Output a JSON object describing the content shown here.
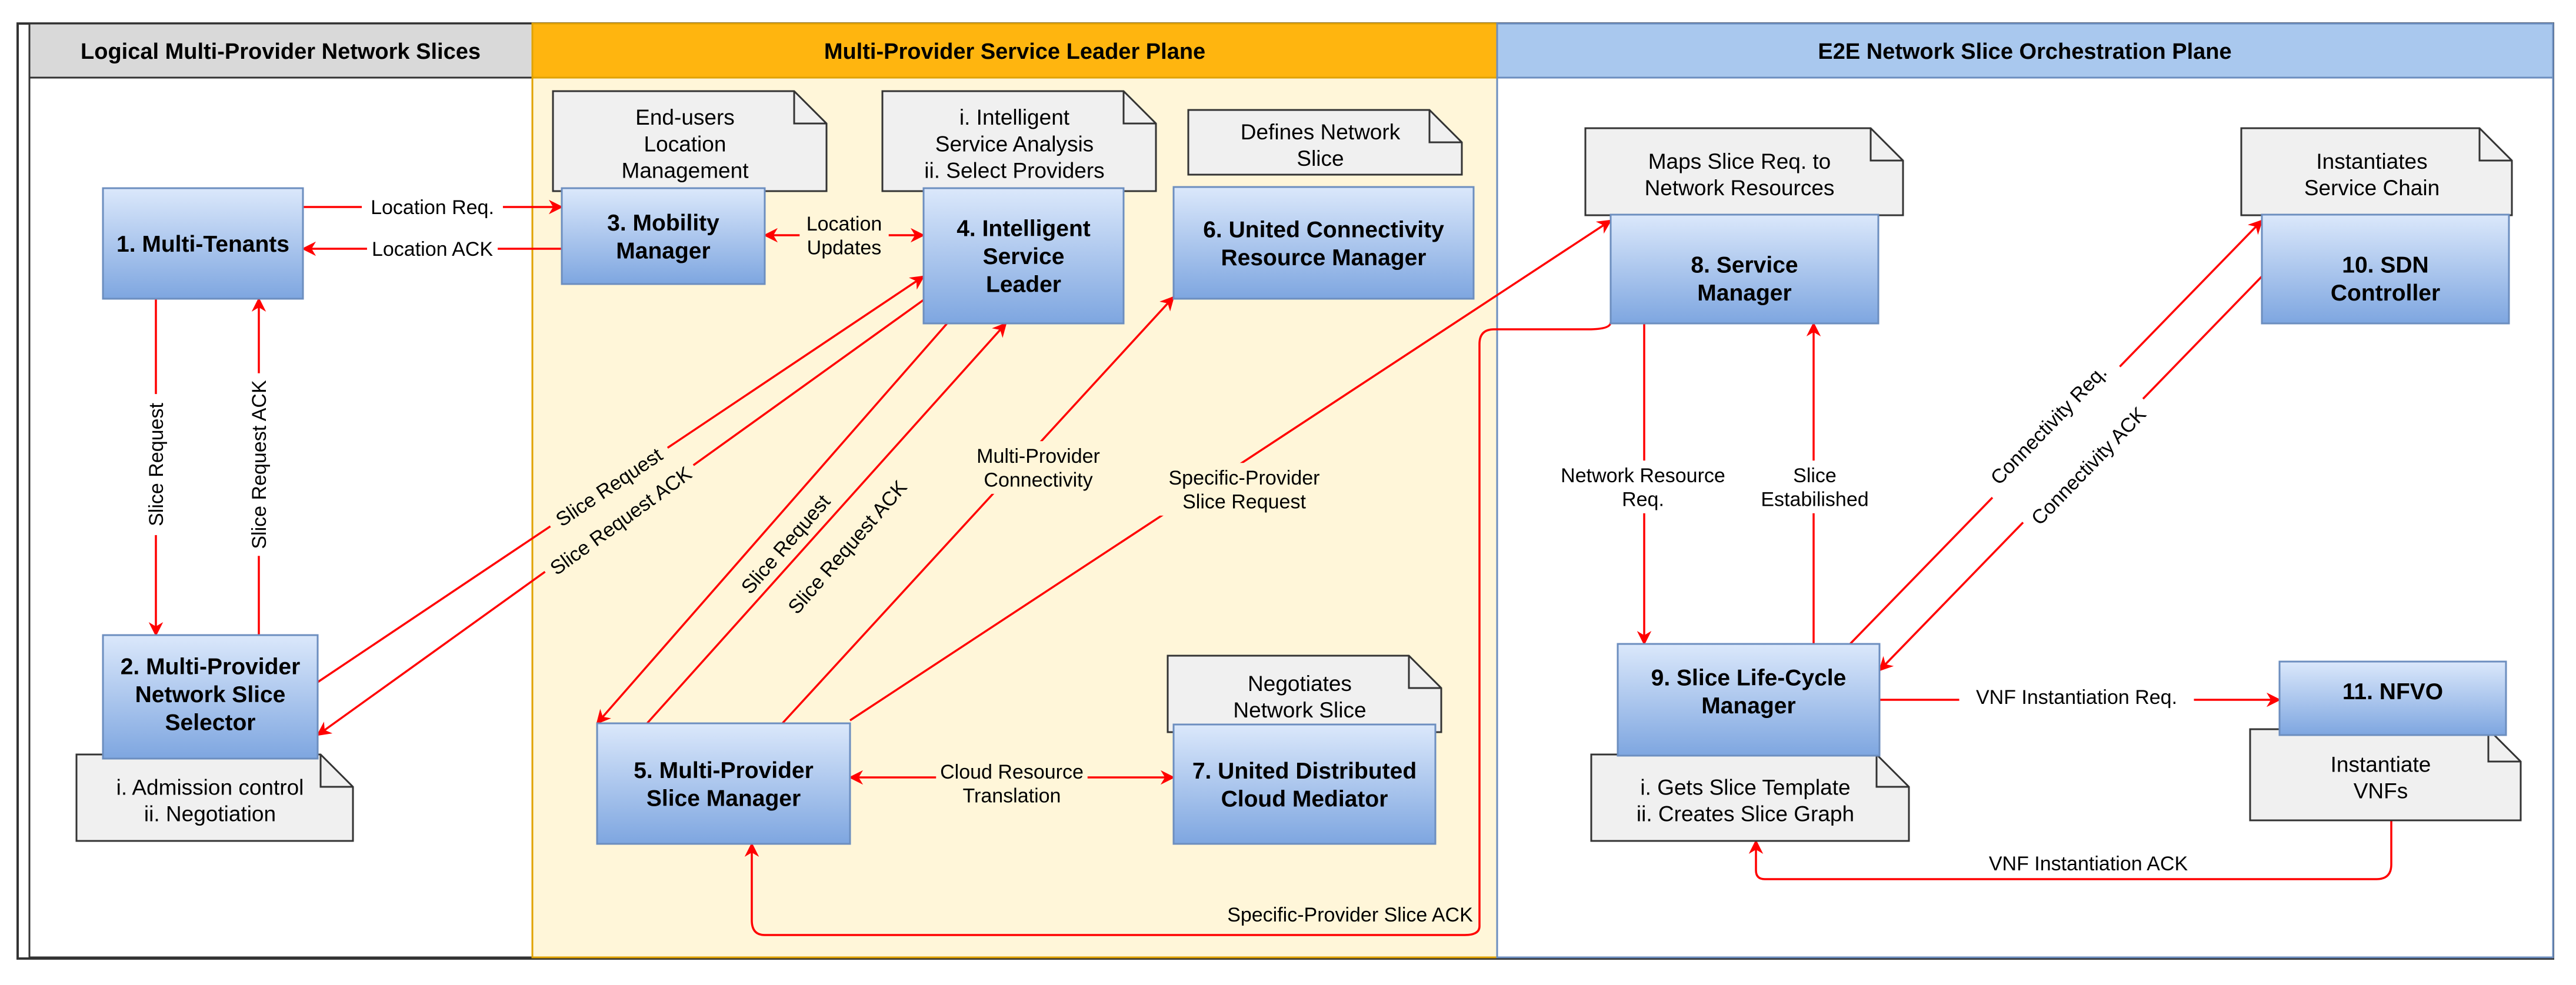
{
  "planes": {
    "logical": {
      "title": "Logical Multi-Provider Network Slices",
      "header_color": "#d9d9d9"
    },
    "leader": {
      "title": "Multi-Provider Service Leader Plane",
      "header_color": "#ffb50f",
      "body_color": "#fff6d9"
    },
    "orchestration": {
      "title": "E2E Network Slice Orchestration Plane",
      "header_color": "#a9c8ee"
    }
  },
  "nodes": {
    "n1": {
      "lines": [
        "1. Multi-Tenants"
      ]
    },
    "n2": {
      "lines": [
        "2. Multi-Provider",
        "Network Slice",
        "Selector"
      ]
    },
    "n3": {
      "lines": [
        "3. Mobility",
        "Manager"
      ]
    },
    "n4": {
      "lines": [
        "4. Intelligent",
        "Service",
        "Leader"
      ]
    },
    "n5": {
      "lines": [
        "5. Multi-Provider",
        "Slice Manager"
      ]
    },
    "n6": {
      "lines": [
        "6. United Connectivity",
        "Resource Manager"
      ]
    },
    "n7": {
      "lines": [
        "7. United Distributed",
        "Cloud Mediator"
      ]
    },
    "n8": {
      "lines": [
        "8. Service",
        "Manager"
      ]
    },
    "n9": {
      "lines": [
        "9. Slice Life-Cycle",
        "Manager"
      ]
    },
    "n10": {
      "lines": [
        "10. SDN",
        "Controller"
      ]
    },
    "n11": {
      "lines": [
        "11. NFVO"
      ]
    }
  },
  "notes": {
    "note2": {
      "lines": [
        "i. Admission control",
        "ii. Negotiation"
      ]
    },
    "note3": {
      "lines": [
        "End-users",
        "Location",
        "Management"
      ]
    },
    "note4": {
      "lines": [
        "i. Intelligent",
        "Service Analysis",
        "ii. Select Providers"
      ]
    },
    "note6": {
      "lines": [
        "Defines Network",
        "Slice"
      ]
    },
    "note7": {
      "lines": [
        "Negotiates",
        "Network Slice"
      ]
    },
    "note8": {
      "lines": [
        "Maps Slice Req. to",
        "Network Resources"
      ]
    },
    "note9": {
      "lines": [
        "i. Gets Slice Template",
        "ii. Creates Slice Graph"
      ]
    },
    "note10": {
      "lines": [
        "Instantiates",
        "Service Chain"
      ]
    },
    "note11": {
      "lines": [
        "Instantiate",
        "VNFs"
      ]
    }
  },
  "edges": {
    "location_req": "Location Req.",
    "location_ack": "Location ACK",
    "location_updates": [
      "Location",
      "Updates"
    ],
    "slice_request": "Slice Request",
    "slice_request_ack": "Slice Request ACK",
    "slice_request_2": "Slice Request",
    "slice_request_ack_2": "Slice Request ACK",
    "slice_request_3": "Slice Request",
    "slice_request_ack_3": "Slice Request ACK",
    "multi_provider_connectivity": [
      "Multi-Provider",
      "Connectivity"
    ],
    "specific_provider_slice_request": [
      "Specific-Provider",
      "Slice Request"
    ],
    "cloud_resource_translation": [
      "Cloud Resource",
      "Translation"
    ],
    "specific_provider_slice_ack": "Specific-Provider Slice ACK",
    "network_resource_req": [
      "Network Resource",
      "Req."
    ],
    "slice_established": [
      "Slice",
      "Estabilished"
    ],
    "connectivity_req": "Connectivity Req.",
    "connectivity_ack": "Connectivity ACK",
    "vnf_instantiation_req": "VNF Instantiation Req.",
    "vnf_instantiation_ack": "VNF Instantiation ACK"
  },
  "colors": {
    "arrow": "#ff0000",
    "node_top": "#dbe8fb",
    "node_bottom": "#7ea6e0",
    "node_border": "#6c8ebf",
    "note_fill": "#f0f0f0"
  }
}
